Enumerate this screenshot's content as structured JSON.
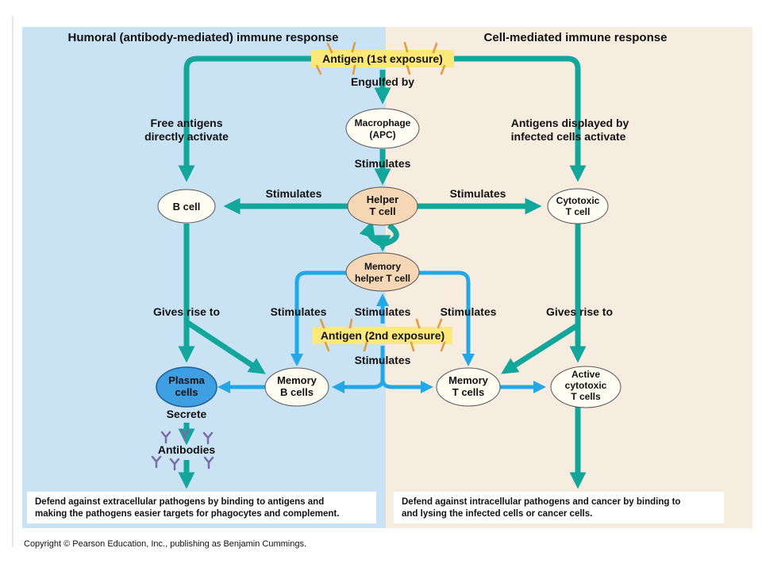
{
  "colors": {
    "humoral_bg": "#c9e3f5",
    "cell_bg": "#f7ece0",
    "teal": "#13a79b",
    "blue": "#23a8e6",
    "antigen_box": "#fde97a",
    "node_fill": "#fffdf2",
    "helper_fill": "#f6d7b5",
    "plasma_fill": "#3f9fe3",
    "antibody": "#7a6aa6",
    "spike": "#e29b3a"
  },
  "headers": {
    "humoral": "Humoral (antibody-mediated) immune response",
    "cell_mediated": "Cell-mediated immune response"
  },
  "antigen_first": "Antigen (1st exposure)",
  "antigen_second": "Antigen (2nd exposure)",
  "nodes": {
    "macrophage": [
      "Macrophage",
      "(APC)"
    ],
    "helper_t": [
      "Helper",
      "T cell"
    ],
    "b_cell": [
      "B cell"
    ],
    "cytotoxic_t": [
      "Cytotoxic",
      "T cell"
    ],
    "memory_helper_t": [
      "Memory",
      "helper T cell"
    ],
    "plasma": [
      "Plasma",
      "cells"
    ],
    "memory_b": [
      "Memory",
      "B cells"
    ],
    "memory_t": [
      "Memory",
      "T cells"
    ],
    "active_cytotoxic": [
      "Active",
      "cytotoxic",
      "T cells"
    ]
  },
  "labels": {
    "engulfed_by": "Engulfed by",
    "free_antigens": [
      "Free antigens",
      "directly activate"
    ],
    "displayed_antigens": [
      "Antigens displayed by",
      "infected cells activate"
    ],
    "stimulates": "Stimulates",
    "gives_rise_to": "Gives rise to",
    "secrete": "Secrete",
    "antibodies": "Antibodies"
  },
  "captions": {
    "humoral": [
      "Defend against extracellular pathogens by binding to antigens and",
      "making the pathogens easier targets for phagocytes and complement."
    ],
    "cell_mediated": [
      "Defend against intracellular pathogens and cancer by binding to",
      "and lysing the infected cells or cancer cells."
    ]
  },
  "copyright": "Copyright © Pearson Education, Inc., publishing as Benjamin Cummings."
}
